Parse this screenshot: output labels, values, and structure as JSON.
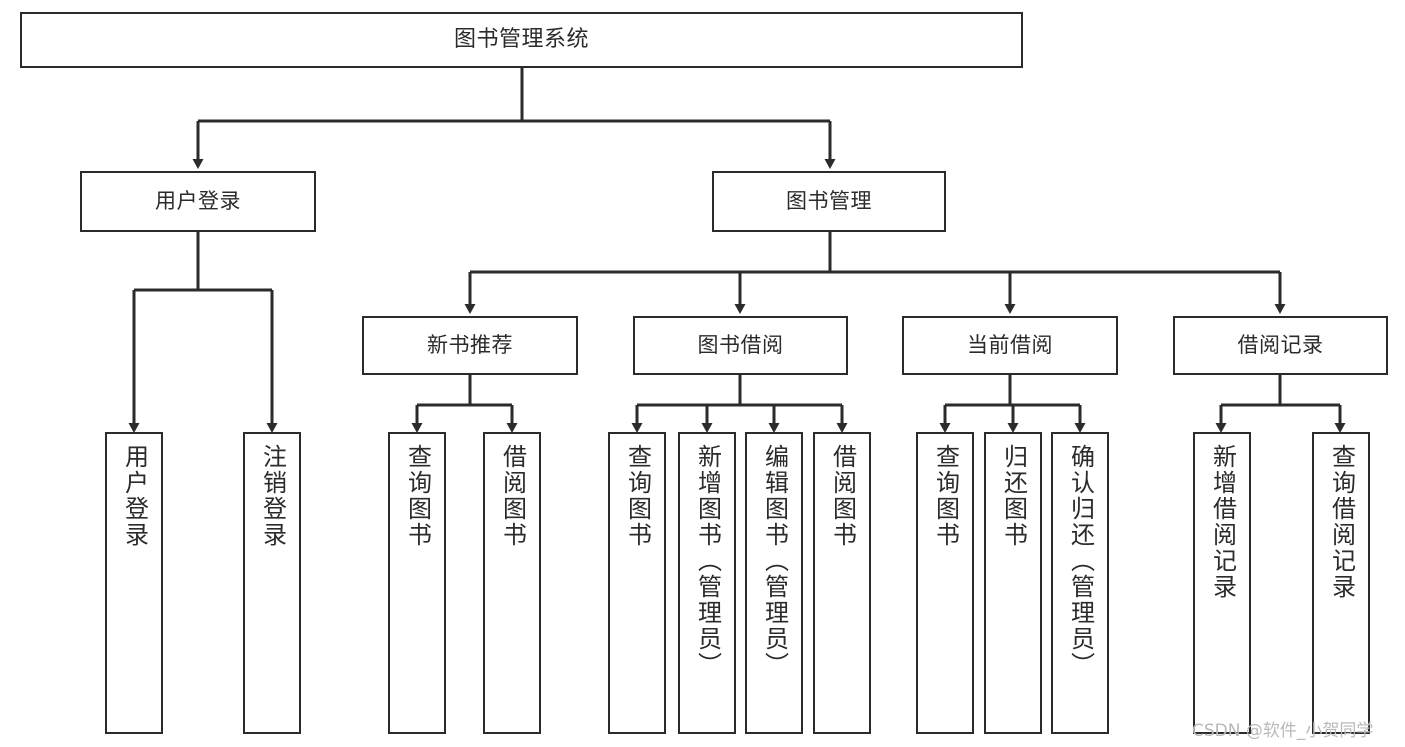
{
  "diagram": {
    "title_node": {
      "label": "图书管理系统"
    },
    "level2": [
      {
        "label": "用户登录"
      },
      {
        "label": "图书管理"
      }
    ],
    "level3": [
      {
        "label": "新书推荐"
      },
      {
        "label": "图书借阅"
      },
      {
        "label": "当前借阅"
      },
      {
        "label": "借阅记录"
      }
    ],
    "leaves": {
      "user_login": [
        {
          "label": "用户登录"
        },
        {
          "label": "注销登录"
        }
      ],
      "new_book_recommend": [
        {
          "label": "查询图书"
        },
        {
          "label": "借阅图书"
        }
      ],
      "book_borrow": [
        {
          "label": "查询图书"
        },
        {
          "label": "新增图书（管理员）"
        },
        {
          "label": "编辑图书（管理员）"
        },
        {
          "label": "借阅图书"
        }
      ],
      "current_borrow": [
        {
          "label": "查询图书"
        },
        {
          "label": "归还图书"
        },
        {
          "label": "确认归还（管理员）"
        }
      ],
      "borrow_record": [
        {
          "label": "新增借阅记录"
        },
        {
          "label": "查询借阅记录"
        }
      ]
    },
    "watermark": {
      "text": "CSDN @软件_小贺同学"
    },
    "colors": {
      "stroke": "#2b2b2b",
      "fill": "#ffffff",
      "watermark": "#b9b9b9"
    }
  }
}
